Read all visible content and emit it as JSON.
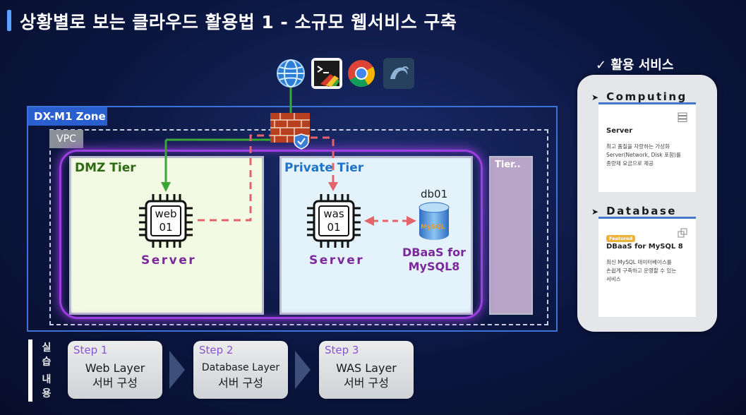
{
  "title": "상황별로 보는 클라우드 활용법 1 - 소규모 웹서비스 구축",
  "top_icons": [
    "globe-icon",
    "terminal-icon",
    "chrome-icon",
    "mysql-workbench-icon"
  ],
  "diagram": {
    "zone_label": "DX-M1 Zone",
    "vpc_label": "VPC",
    "dmz_tier_label": "DMZ Tier",
    "private_tier_label": "Private Tier",
    "other_tier_label": "Tier..",
    "web_server": {
      "line1": "web",
      "line2": "01",
      "label": "Server"
    },
    "was_server": {
      "line1": "was",
      "line2": "01",
      "label": "Server"
    },
    "database": {
      "name": "db01",
      "label_line1": "DBaaS for",
      "label_line2": "MySQL8",
      "icon_text": "MySQL"
    },
    "colors": {
      "internet_link": "#3aa635",
      "internal_link": "#e4646b",
      "firewall": "#b8401e",
      "subnet_glow": "#9b3fe0"
    }
  },
  "services": {
    "title": "✓ 활용 서비스",
    "computing": {
      "heading": "Computing",
      "card_title": "Server",
      "card_desc": [
        "최고 품질을 자랑하는 가상화",
        "Server(Network, Disk 포함)를",
        "종량제 요금으로 제공"
      ]
    },
    "database": {
      "heading": "Database",
      "badge": "Featured",
      "card_title": "DBaaS for MySQL 8",
      "card_desc": [
        "최신 MySQL 데이터베이스를",
        "손쉽게 구축하고 운영할 수 있는",
        "서비스"
      ]
    }
  },
  "practice": {
    "label_chars": [
      "실",
      "습",
      "내",
      "용"
    ],
    "steps": [
      {
        "num": "Step 1",
        "line1": "Web Layer",
        "line2": "서버 구성"
      },
      {
        "num": "Step 2",
        "line1": "Database Layer",
        "line2": "서버 구성"
      },
      {
        "num": "Step 3",
        "line1": "WAS Layer",
        "line2": "서버 구성"
      }
    ]
  }
}
